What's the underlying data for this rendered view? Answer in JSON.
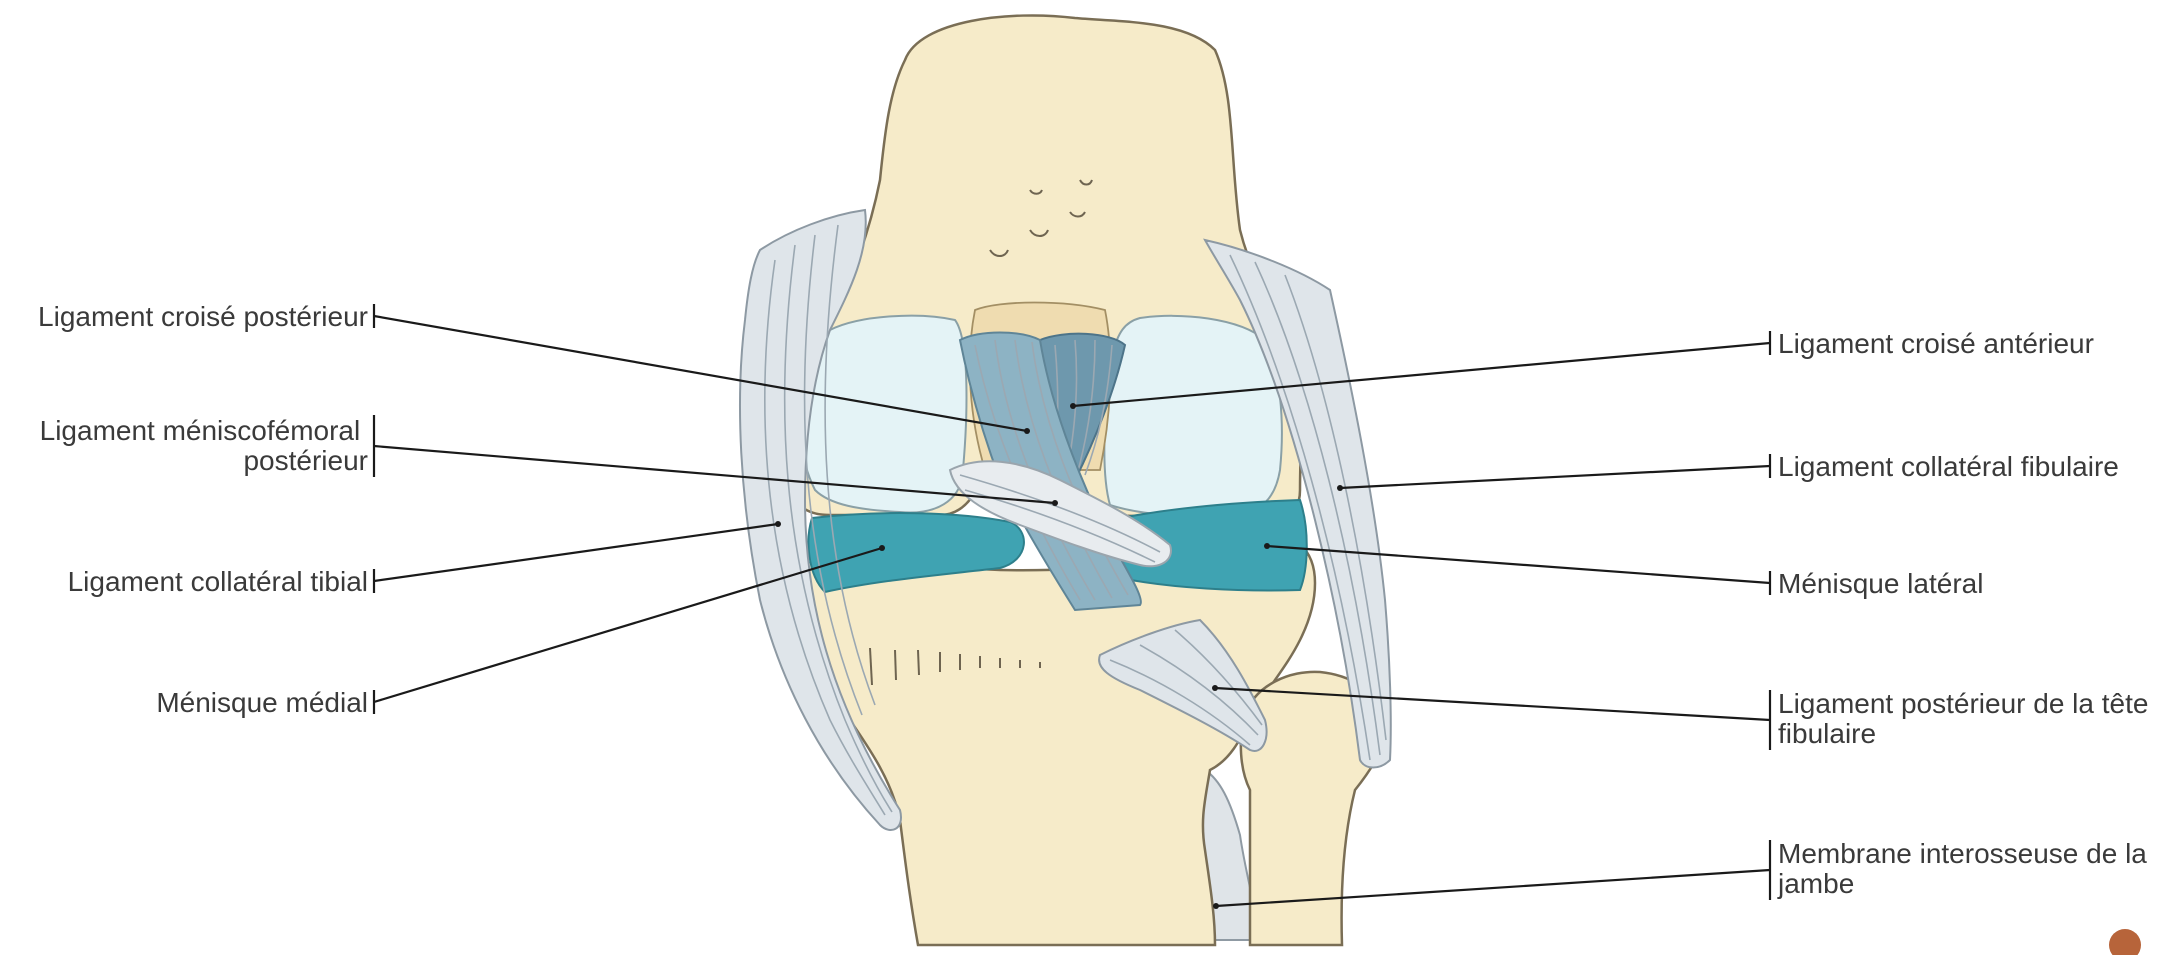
{
  "labels": {
    "pcl": [
      "Ligament croisé postérieur"
    ],
    "pmfl": [
      "Ligament méniscofémoral",
      "postérieur"
    ],
    "mcl": [
      "Ligament collatéral tibial"
    ],
    "medial_meniscus": [
      "Ménisque médial"
    ],
    "acl": [
      "Ligament croisé antérieur"
    ],
    "lcl": [
      "Ligament collatéral fibulaire"
    ],
    "lateral_meniscus": [
      "Ménisque latéral"
    ],
    "posterior_fibular_head_ligament": [
      "Ligament postérieur de la tête",
      "fibulaire"
    ],
    "interosseous_membrane": [
      "Membrane interosseuse de la",
      "jambe"
    ]
  },
  "colors": {
    "bone": "#f6ebc9",
    "cartilage": "#e4f3f6",
    "meniscus": "#3fa3b2",
    "ligament": "#dfe5ea",
    "acl": "#6e98ad",
    "pcl": "#8db3c4",
    "leader_line": "#1a1a1a",
    "label_text": "#3a3a3a"
  }
}
